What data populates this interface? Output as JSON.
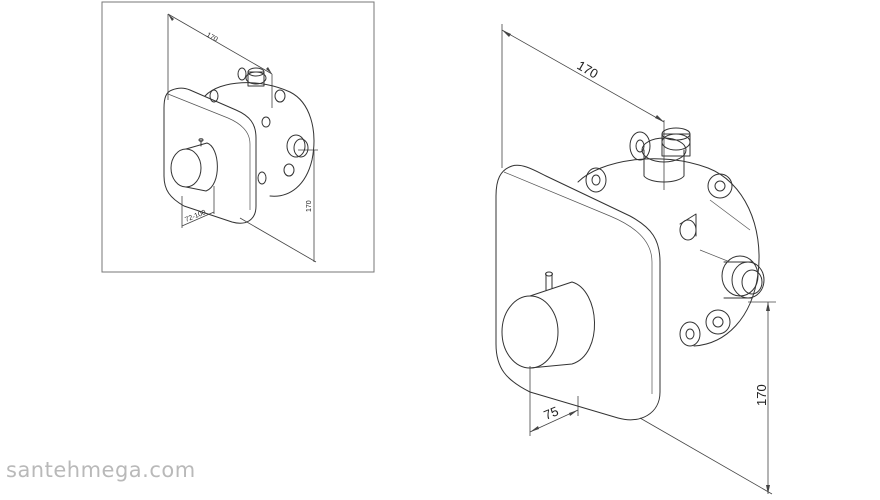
{
  "small_view": {
    "dim_width": "170",
    "dim_height": "170",
    "dim_depth": "72-100"
  },
  "large_view": {
    "dim_width": "170",
    "dim_height": "170",
    "dim_depth": "75"
  },
  "watermark": "santehmega.com"
}
